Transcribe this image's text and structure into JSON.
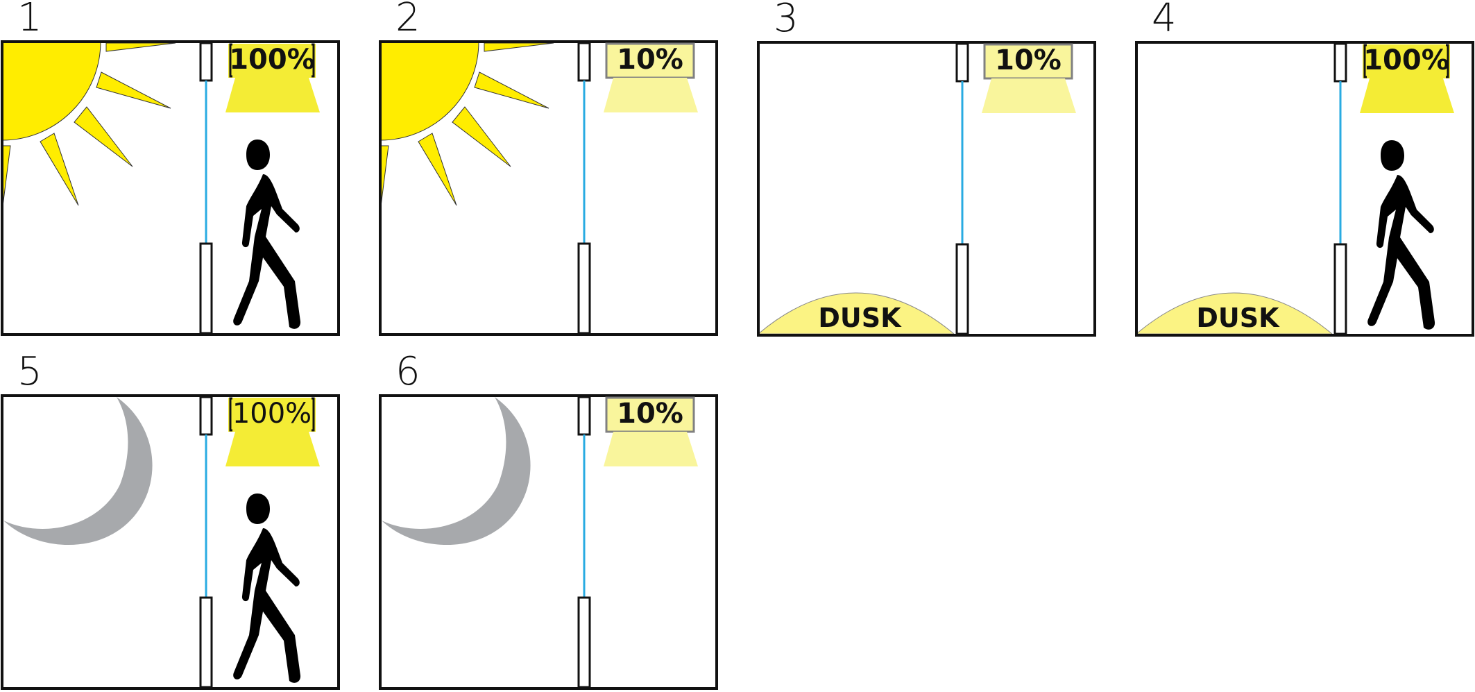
{
  "colors": {
    "frame": "#111111",
    "glass": "#29abe2",
    "sun": "#ffed00",
    "lamp_full": "#f4ec35",
    "lamp_dim": "#f9f59c",
    "dusk": "#fbf383",
    "moon": "#a7a9ac",
    "fixture_dim_border": "#808080"
  },
  "panels": [
    {
      "number": "1",
      "sky": "sun",
      "light_level": "100%",
      "light_state": "full",
      "person": true,
      "dusk_label": ""
    },
    {
      "number": "2",
      "sky": "sun",
      "light_level": "10%",
      "light_state": "dim",
      "person": false,
      "dusk_label": ""
    },
    {
      "number": "3",
      "sky": "dusk",
      "light_level": "10%",
      "light_state": "dim",
      "person": false,
      "dusk_label": "DUSK"
    },
    {
      "number": "4",
      "sky": "dusk",
      "light_level": "100%",
      "light_state": "full",
      "person": true,
      "dusk_label": "DUSK"
    },
    {
      "number": "5",
      "sky": "moon",
      "light_level": "100%",
      "light_state": "full",
      "person": true,
      "dusk_label": ""
    },
    {
      "number": "6",
      "sky": "moon",
      "light_level": "10%",
      "light_state": "dim",
      "person": false,
      "dusk_label": ""
    }
  ]
}
